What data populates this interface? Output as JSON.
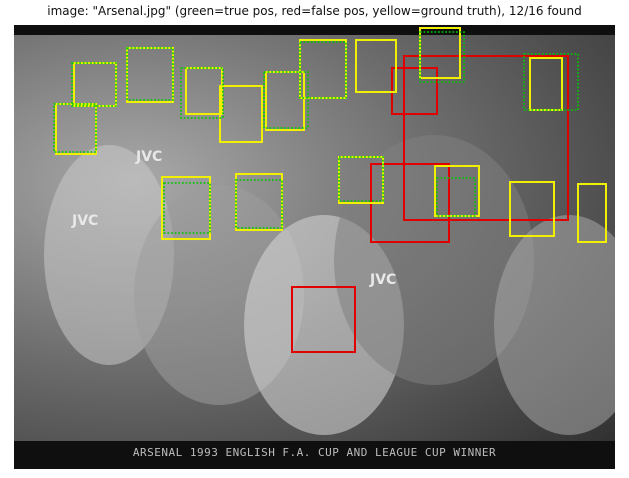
{
  "header": {
    "title": "image: \"Arsenal.jpg\" (green=true pos, red=false pos, yellow=ground truth), 12/16 found"
  },
  "photo": {
    "caption": "ARSENAL 1993 ENGLISH F.A. CUP AND LEAGUE CUP WINNER",
    "jersey_text_1": "JVC",
    "jersey_text_2": "JVC",
    "jersey_text_3": "JVC"
  },
  "colors": {
    "true_pos": "#00c800",
    "false_pos": "#e00000",
    "ground_truth": "#f0f000",
    "photo_bg": "#5a5a5a"
  }
}
